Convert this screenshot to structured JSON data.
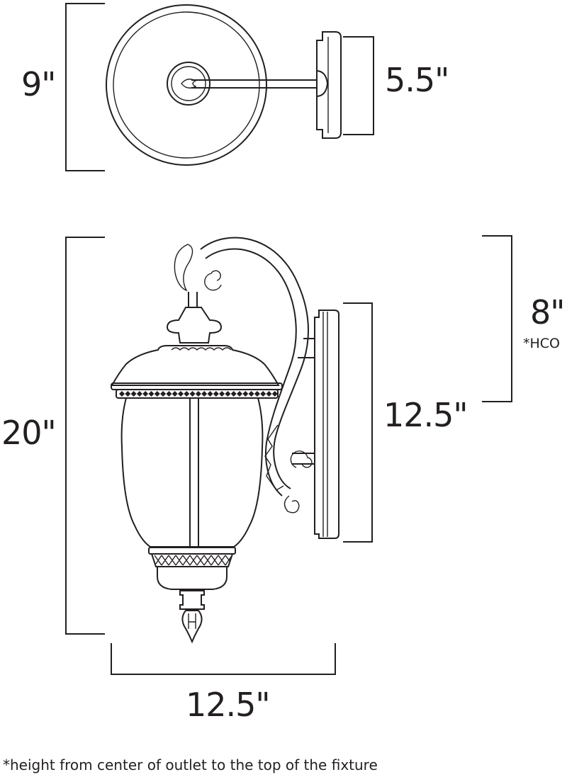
{
  "top_view": {
    "height_label": "9\"",
    "backplate_label": "5.5\""
  },
  "side_view": {
    "height_label": "20\"",
    "width_label": "12.5\"",
    "backplate_height_label": "12.5\"",
    "hco_label": "8\"",
    "hco_marker": "*HCO"
  },
  "footnote": "*height from center of outlet to the top of the fixture"
}
